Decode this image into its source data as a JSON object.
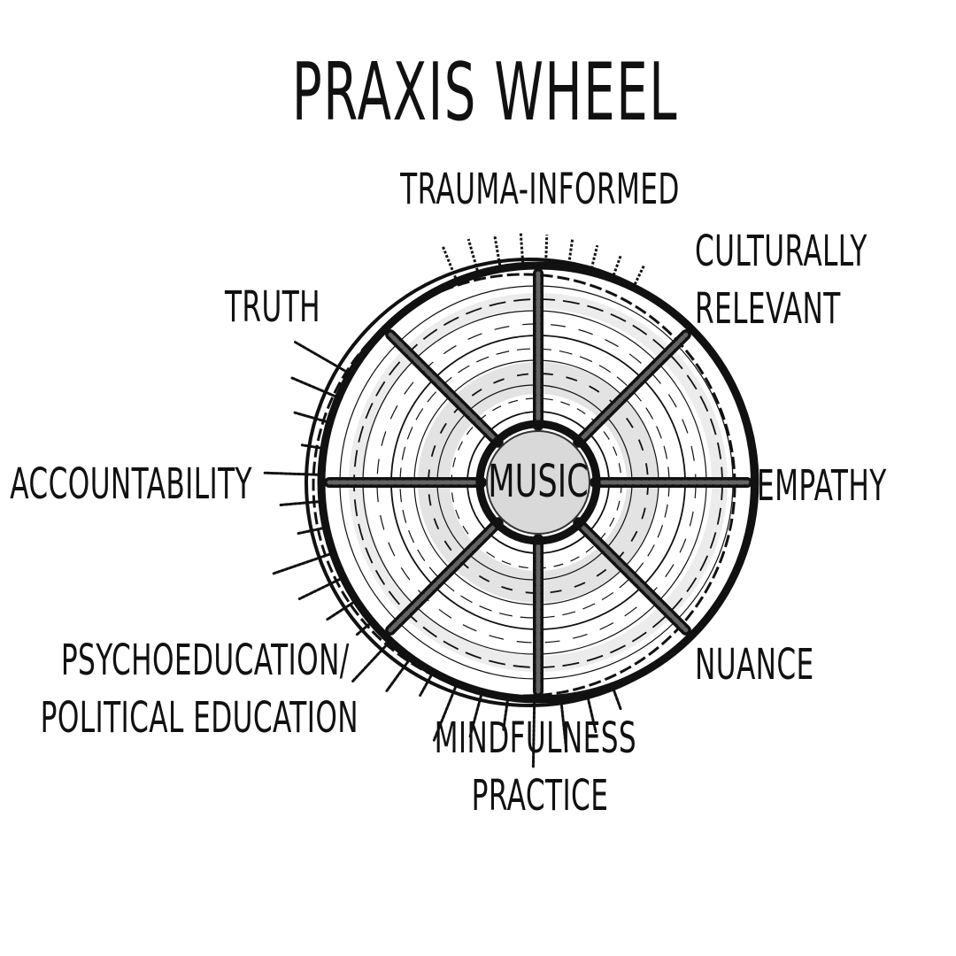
{
  "diagram": {
    "title": "PRAXIS WHEEL",
    "center": "MUSIC",
    "spokes": [
      {
        "id": "trauma-informed",
        "lines": [
          "TRAUMA-INFORMED"
        ]
      },
      {
        "id": "culturally-relevant",
        "lines": [
          "CULTURALLY",
          "RELEVANT"
        ]
      },
      {
        "id": "empathy",
        "lines": [
          "EMPATHY"
        ]
      },
      {
        "id": "nuance",
        "lines": [
          "NUANCE"
        ]
      },
      {
        "id": "mindfulness-practice",
        "lines": [
          "MINDFULNESS",
          "PRACTICE"
        ]
      },
      {
        "id": "psychoeducation",
        "lines": [
          "PSYCHOEDUCATION/",
          "POLITICAL EDUCATION"
        ]
      },
      {
        "id": "accountability",
        "lines": [
          "ACCOUNTABILITY"
        ]
      },
      {
        "id": "truth",
        "lines": [
          "TRUTH"
        ]
      }
    ]
  },
  "colors": {
    "ink": "#111111",
    "hub": "#d9d9d9",
    "halo": "#e0e0e0",
    "background": "#ffffff"
  }
}
